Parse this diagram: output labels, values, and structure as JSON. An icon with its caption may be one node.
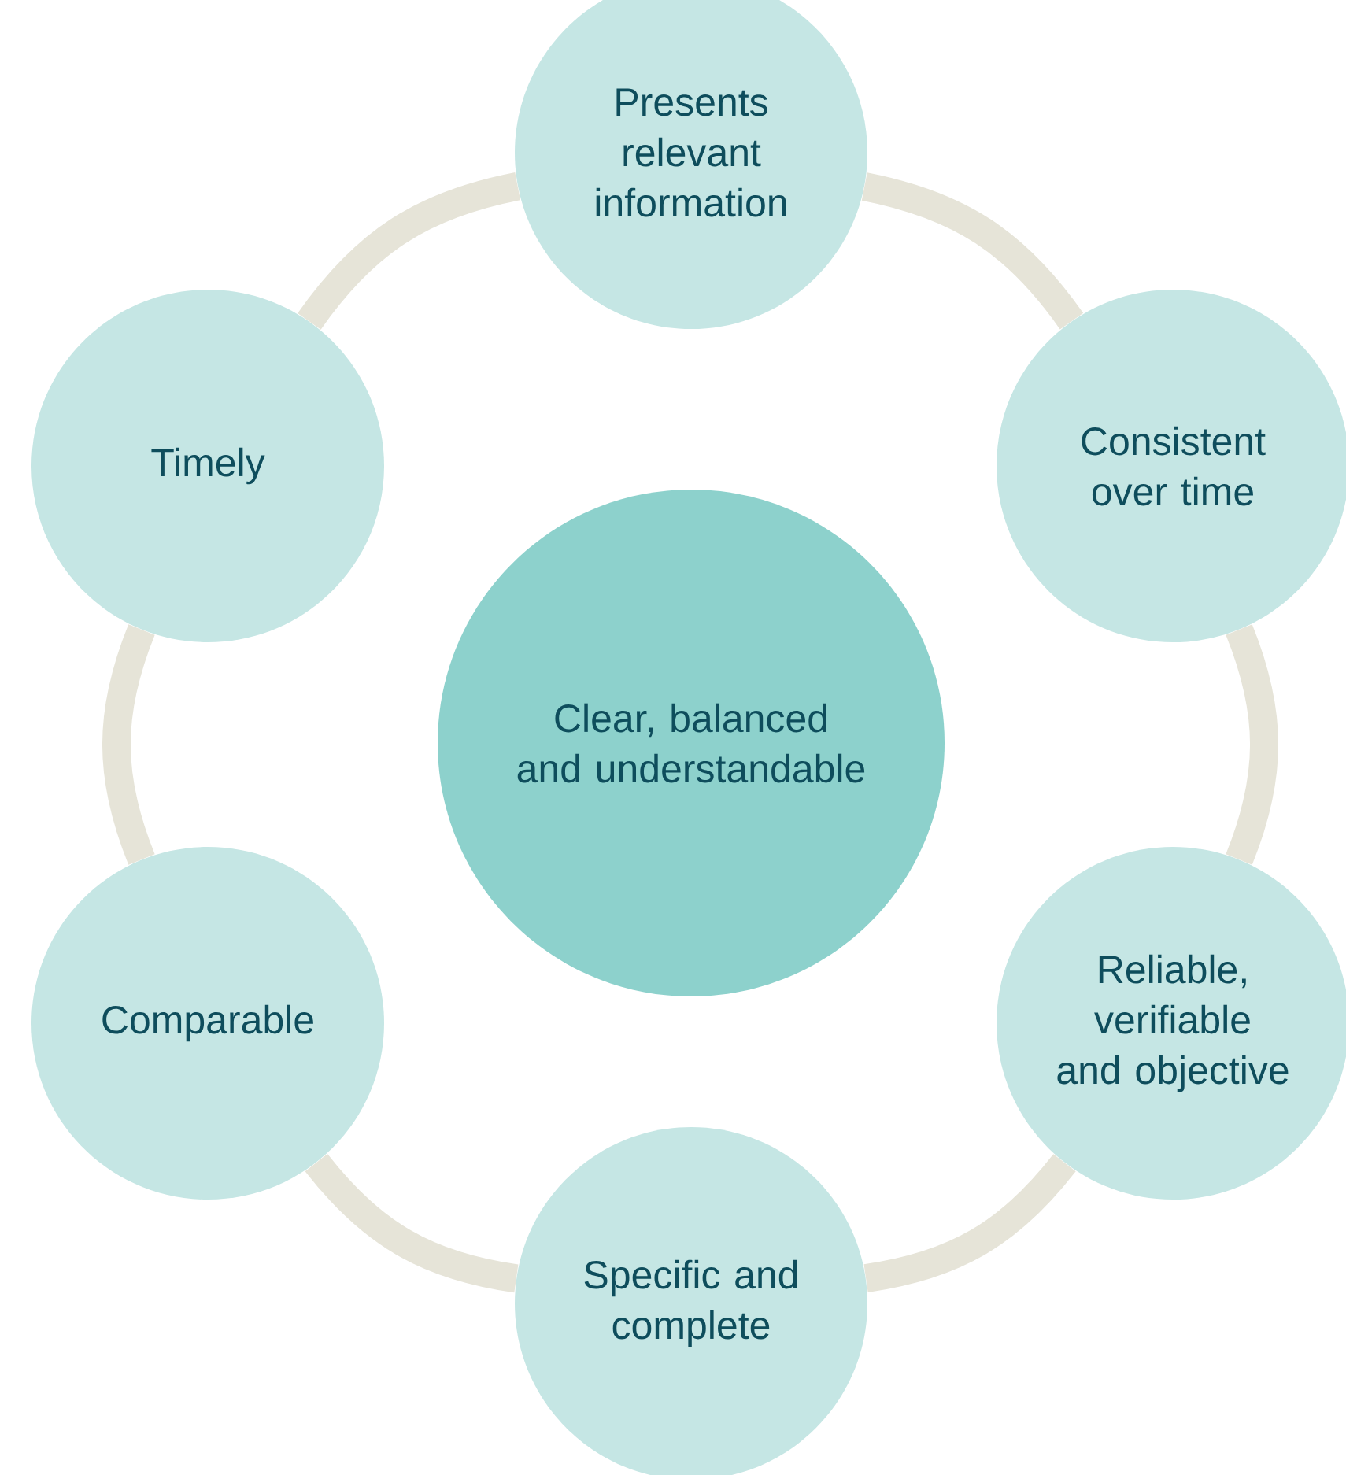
{
  "diagram": {
    "nodes": [
      {
        "text": [
          "Presents relevant information"
        ]
      },
      {
        "text": [
          "Consistent over time"
        ]
      },
      {
        "text": [
          "Reliable, verifiable and objective"
        ]
      },
      {
        "text": [
          "Specific and complete"
        ]
      },
      {
        "text": [
          "Comparable"
        ]
      },
      {
        "text": [
          "Timely"
        ]
      },
      {
        "text": [
          "Clear, balanced and understandable"
        ]
      }
    ],
    "edges": [
      {
        "from": 0,
        "to": 1,
        "arrow": "none"
      },
      {
        "from": 1,
        "to": 2,
        "arrow": "none"
      },
      {
        "from": 2,
        "to": 3,
        "arrow": "none"
      },
      {
        "from": 3,
        "to": 4,
        "arrow": "none"
      },
      {
        "from": 4,
        "to": 5,
        "arrow": "none"
      },
      {
        "from": 5,
        "to": 0,
        "arrow": "none"
      }
    ]
  }
}
